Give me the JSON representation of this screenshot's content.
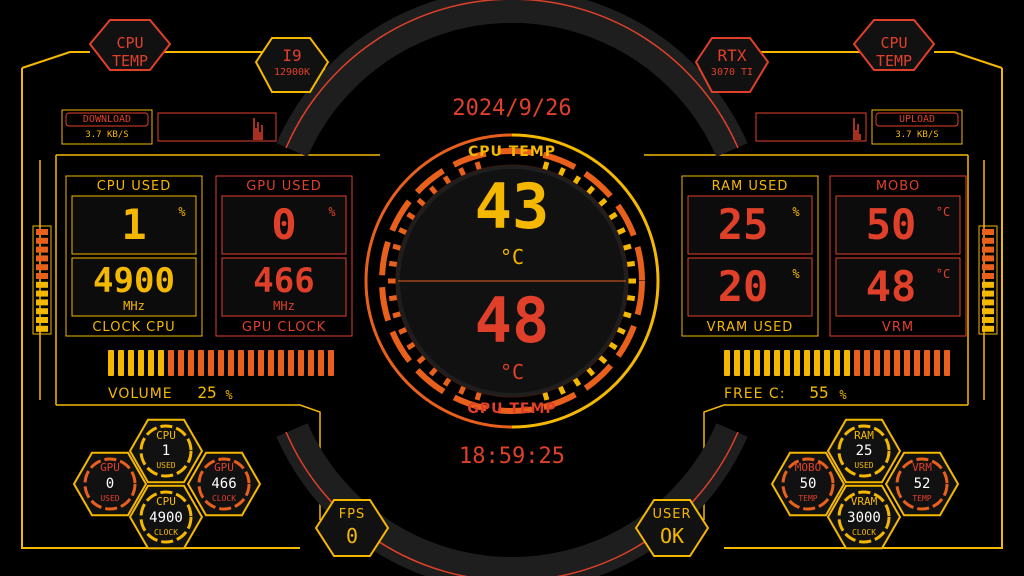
{
  "header": {
    "cpu_temp_left": "CPU\nTEMP",
    "cpu_model_line1": "I9",
    "cpu_model_line2": "12900K",
    "gpu_model_line1": "RTX",
    "gpu_model_line2": "3070 TI",
    "cpu_temp_right": "CPU\nTEMP",
    "date": "2024/9/26",
    "time": "18:59:25"
  },
  "network": {
    "download_label": "DOWNLOAD",
    "download_rate": "3.7 KB/S",
    "upload_label": "UPLOAD",
    "upload_rate": "3.7 KB/S"
  },
  "left_panel": {
    "cpu_used_label": "CPU USED",
    "cpu_used_value": "1",
    "cpu_used_unit": "%",
    "cpu_clock_value": "4900",
    "cpu_clock_unit": "MHz",
    "cpu_clock_label": "CLOCK CPU",
    "gpu_used_label": "GPU USED",
    "gpu_used_value": "0",
    "gpu_used_unit": "%",
    "gpu_clock_value": "466",
    "gpu_clock_unit": "MHz",
    "gpu_clock_label": "GPU CLOCK",
    "volume_label": "VOLUME",
    "volume_value": "25",
    "volume_unit": "%",
    "volume_fraction": 0.25
  },
  "right_panel": {
    "ram_used_label": "RAM USED",
    "ram_used_value": "25",
    "ram_used_unit": "%",
    "vram_used_value": "20",
    "vram_used_unit": "%",
    "vram_used_label": "VRAM USED",
    "mobo_label": "MOBO",
    "mobo_value": "50",
    "mobo_unit": "°C",
    "vrm_value": "48",
    "vrm_unit": "°C",
    "vrm_label": "VRM",
    "free_label": "FREE C:",
    "free_value": "55",
    "free_unit": "%",
    "free_fraction": 0.55
  },
  "center": {
    "cpu_temp_label": "CPU TEMP",
    "cpu_temp_value": "43",
    "cpu_temp_unit": "°C",
    "gpu_temp_value": "48",
    "gpu_temp_unit": "°C",
    "gpu_temp_label": "GPU TEMP"
  },
  "bottom": {
    "fps_label": "FPS",
    "fps_value": "0",
    "user_label": "USER",
    "user_value": "OK"
  },
  "left_hexes": {
    "cpu_top": {
      "title": "CPU",
      "value": "1",
      "sub": "USED"
    },
    "gpu_left": {
      "title": "GPU",
      "value": "0",
      "sub": "USED"
    },
    "gpu_right": {
      "title": "GPU",
      "value": "466",
      "sub": "CLOCK"
    },
    "cpu_bottom": {
      "title": "CPU",
      "value": "4900",
      "sub": "CLOCK"
    }
  },
  "right_hexes": {
    "ram_top": {
      "title": "RAM",
      "value": "25",
      "sub": "USED"
    },
    "mobo_left": {
      "title": "MOBO",
      "value": "50",
      "sub": "TEMP"
    },
    "vrm_right": {
      "title": "VRM",
      "value": "52",
      "sub": "TEMP"
    },
    "vram_bottom": {
      "title": "VRAM",
      "value": "3000",
      "sub": "CLOCK"
    }
  },
  "colors": {
    "yellow": "#f5b800",
    "orange": "#e8601c",
    "red": "#e0402a",
    "dark": "#1e1e1e",
    "background": "#000000"
  }
}
